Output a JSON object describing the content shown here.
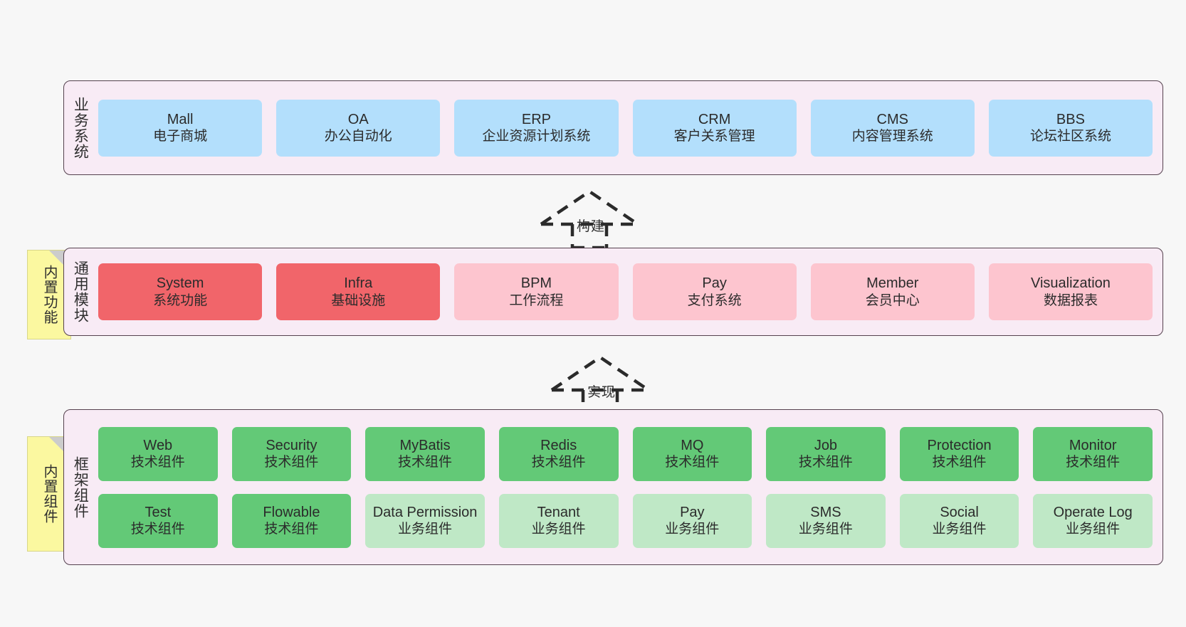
{
  "layers": [
    {
      "id": "business-system",
      "title": "业务系统",
      "rows": [
        {
          "style": "blue",
          "height": "biz",
          "nodes": [
            {
              "name": "Mall",
              "desc": "电子商城"
            },
            {
              "name": "OA",
              "desc": "办公自动化"
            },
            {
              "name": "ERP",
              "desc": "企业资源计划系统"
            },
            {
              "name": "CRM",
              "desc": "客户关系管理"
            },
            {
              "name": "CMS",
              "desc": "内容管理系统"
            },
            {
              "name": "BBS",
              "desc": "论坛社区系统"
            }
          ]
        }
      ]
    },
    {
      "id": "common-module",
      "title": "通用模块",
      "note": "内置功能",
      "rows": [
        {
          "height": "mod",
          "nodes": [
            {
              "name": "System",
              "desc": "系统功能",
              "style": "red"
            },
            {
              "name": "Infra",
              "desc": "基础设施",
              "style": "red"
            },
            {
              "name": "BPM",
              "desc": "工作流程",
              "style": "pink"
            },
            {
              "name": "Pay",
              "desc": "支付系统",
              "style": "pink"
            },
            {
              "name": "Member",
              "desc": "会员中心",
              "style": "pink"
            },
            {
              "name": "Visualization",
              "desc": "数据报表",
              "style": "pink"
            }
          ]
        }
      ]
    },
    {
      "id": "framework-component",
      "title": "框架组件",
      "note": "内置组件",
      "rows": [
        {
          "height": "fw",
          "nodes": [
            {
              "name": "Web",
              "desc": "技术组件",
              "style": "green"
            },
            {
              "name": "Security",
              "desc": "技术组件",
              "style": "green"
            },
            {
              "name": "MyBatis",
              "desc": "技术组件",
              "style": "green"
            },
            {
              "name": "Redis",
              "desc": "技术组件",
              "style": "green"
            },
            {
              "name": "MQ",
              "desc": "技术组件",
              "style": "green"
            },
            {
              "name": "Job",
              "desc": "技术组件",
              "style": "green"
            },
            {
              "name": "Protection",
              "desc": "技术组件",
              "style": "green"
            },
            {
              "name": "Monitor",
              "desc": "技术组件",
              "style": "green"
            }
          ]
        },
        {
          "height": "fw",
          "nodes": [
            {
              "name": "Test",
              "desc": "技术组件",
              "style": "green"
            },
            {
              "name": "Flowable",
              "desc": "技术组件",
              "style": "green"
            },
            {
              "name": "Data Permission",
              "desc": "业务组件",
              "style": "green-light"
            },
            {
              "name": "Tenant",
              "desc": "业务组件",
              "style": "green-light"
            },
            {
              "name": "Pay",
              "desc": "业务组件",
              "style": "green-light"
            },
            {
              "name": "SMS",
              "desc": "业务组件",
              "style": "green-light"
            },
            {
              "name": "Social",
              "desc": "业务组件",
              "style": "green-light"
            },
            {
              "name": "Operate Log",
              "desc": "业务组件",
              "style": "green-light"
            }
          ]
        }
      ]
    }
  ],
  "arrows": [
    {
      "id": "build",
      "label": "构建"
    },
    {
      "id": "implement",
      "label": "实现"
    }
  ],
  "colors": {
    "panel_background": "#f8ebf5",
    "panel_border": "#55424f",
    "blue": "#b3dffc",
    "red": "#f1656a",
    "pink": "#fdc5cf",
    "green": "#63c977",
    "green_light": "#bfe8c6",
    "note_background": "#fbf8a0",
    "note_fold": "#cccccc",
    "page_background": "#f7f7f7",
    "arrow_stroke": "#2b2b2b"
  }
}
